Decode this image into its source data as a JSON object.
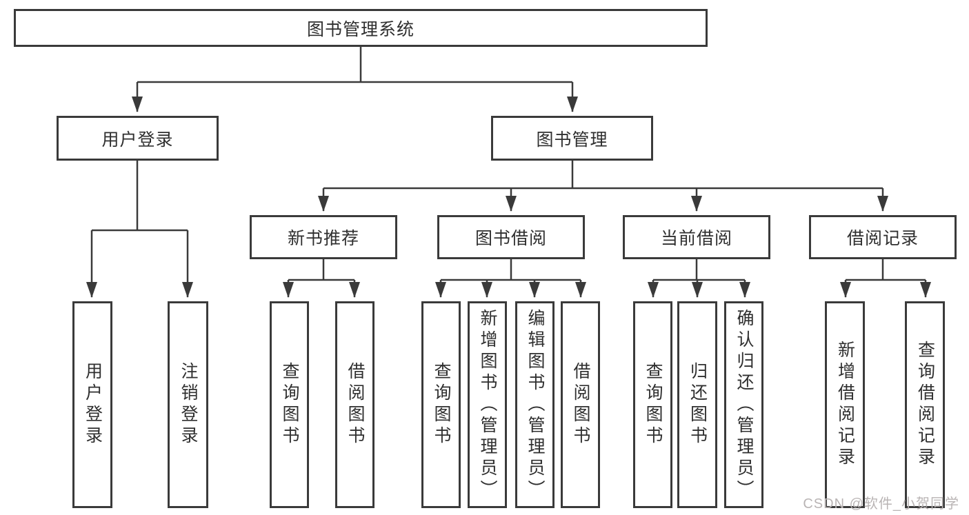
{
  "tree": {
    "root": {
      "label": "图书管理系统"
    },
    "user_login": {
      "label": "用户登录",
      "leaves": [
        "用户登录",
        "注销登录"
      ]
    },
    "book_mgmt": {
      "label": "图书管理",
      "groups": [
        {
          "label": "新书推荐",
          "leaves": [
            "查询图书",
            "借阅图书"
          ]
        },
        {
          "label": "图书借阅",
          "leaves": [
            "查询图书",
            "新增图书（管理员）",
            "编辑图书（管理员）",
            "借阅图书"
          ]
        },
        {
          "label": "当前借阅",
          "leaves": [
            "查询图书",
            "归还图书",
            "确认归还（管理员）"
          ]
        },
        {
          "label": "借阅记录",
          "leaves": [
            "新增借阅记录",
            "查询借阅记录"
          ]
        }
      ]
    }
  },
  "watermark": "CSDN @软件_小贺同学",
  "colors": {
    "line": "#3a3a3a",
    "border": "#3a3a3a",
    "text": "#2f2f2f",
    "watermark": "#b9b4b4",
    "background": "#ffffff"
  }
}
